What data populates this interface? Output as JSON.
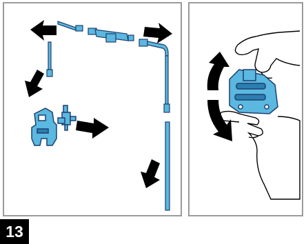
{
  "step": {
    "number": "13"
  },
  "colors": {
    "part_fill": "#5bb8e0",
    "part_stroke": "#1d3f6e",
    "arrow": "#000000",
    "frame": "#9a9a9a",
    "badge_bg": "#000000",
    "badge_text": "#ffffff"
  },
  "left_panel": {
    "components": [
      "tube-assembly-upper",
      "tube-left-vertical",
      "tube-right-vertical",
      "tube-lower-right",
      "bracket-part",
      "connector-part"
    ],
    "arrows": [
      "arrow-left-up",
      "arrow-right-up",
      "arrow-down-left",
      "arrow-right-mid",
      "arrow-down-right"
    ]
  },
  "right_panel": {
    "components": [
      "hand-upper",
      "hand-lower",
      "grip-part"
    ],
    "arrows": [
      "arrow-rotate-up",
      "arrow-rotate-down"
    ]
  }
}
